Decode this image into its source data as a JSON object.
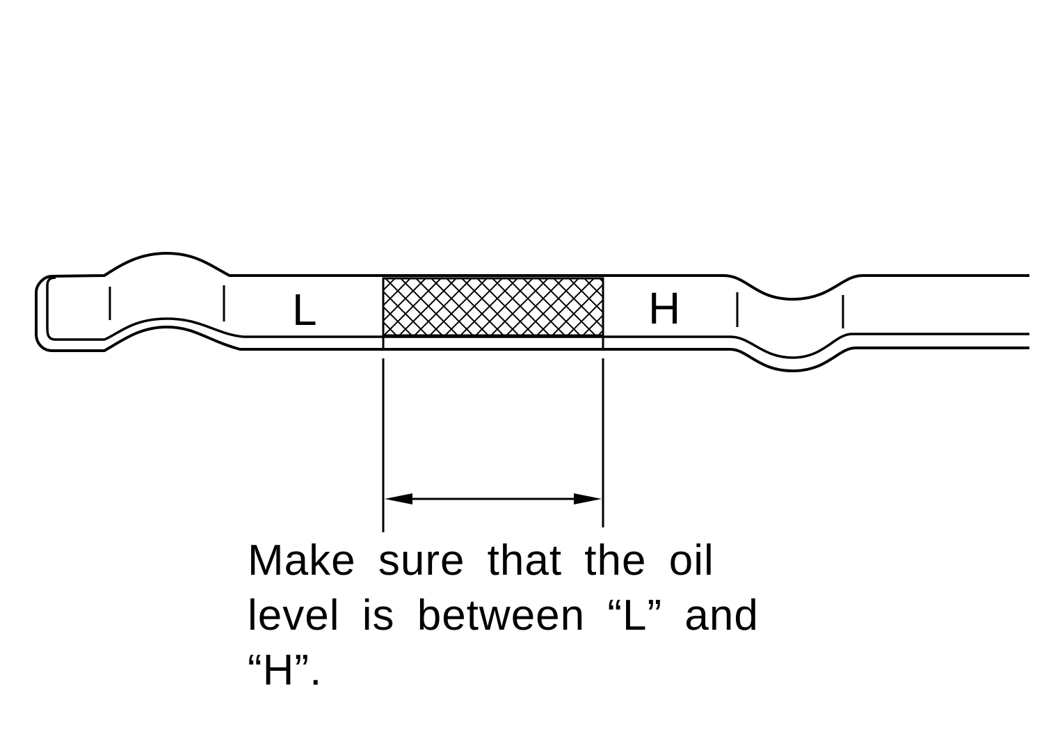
{
  "dipstick": {
    "low_mark": "L",
    "high_mark": "H"
  },
  "caption": {
    "lines": [
      "Make sure that the oil",
      "level is between “L” and",
      "“H”."
    ]
  },
  "colors": {
    "ink": "#000000",
    "paper": "#ffffff"
  }
}
